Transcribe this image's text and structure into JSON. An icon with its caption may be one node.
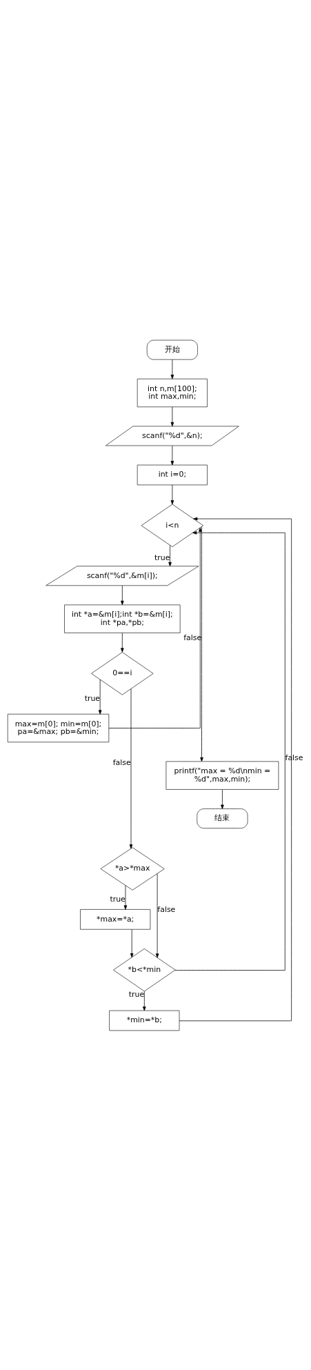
{
  "diagram": {
    "nodes": [
      {
        "text": [
          "开始"
        ]
      },
      {
        "text": [
          "int n,m[100]; int max,min;"
        ]
      },
      {
        "text": [
          "scanf(\"%d\",&n);"
        ]
      },
      {
        "text": [
          "int i=0;"
        ]
      },
      {
        "text": [
          "i<n"
        ]
      },
      {
        "text": [
          "scanf(\"%d\",&m[i]);"
        ]
      },
      {
        "text": [
          "int *a=&m[i];int *b=&m[i]; int *pa,*pb;"
        ]
      },
      {
        "text": [
          "0==i"
        ]
      },
      {
        "text": [
          "max=m[0]; min=m[0]; pa=&max; pb=&min;"
        ]
      },
      {
        "text": [
          "printf(\"max = %d\\nmin = %d\",max,min);"
        ]
      },
      {
        "text": [
          "结束"
        ]
      },
      {
        "text": [
          "*a>*max"
        ]
      },
      {
        "text": [
          "*max=*a;"
        ]
      },
      {
        "text": [
          "*b<*min"
        ]
      },
      {
        "text": [
          "*min=*b;"
        ]
      }
    ],
    "edges": [
      {
        "from": 0,
        "to": 1,
        "arrow": "to"
      },
      {
        "from": 1,
        "to": 2,
        "arrow": "to"
      },
      {
        "from": 2,
        "to": 3,
        "arrow": "to"
      },
      {
        "from": 3,
        "to": 4,
        "arrow": "to"
      },
      {
        "from": 4,
        "to": 5,
        "arrow": "to",
        "label": "true"
      },
      {
        "from": 5,
        "to": 6,
        "arrow": "to"
      },
      {
        "from": 6,
        "to": 7,
        "arrow": "to"
      },
      {
        "from": 7,
        "to": 8,
        "arrow": "to",
        "label": "true"
      },
      {
        "from": 8,
        "to": 4,
        "arrow": "to"
      },
      {
        "from": 4,
        "to": 9,
        "arrow": "to",
        "label": "false"
      },
      {
        "from": 9,
        "to": 10,
        "arrow": "to"
      },
      {
        "from": 7,
        "to": 11,
        "arrow": "to",
        "label": "false"
      },
      {
        "from": 11,
        "to": 12,
        "arrow": "to",
        "label": "true"
      },
      {
        "from": 11,
        "to": 13,
        "arrow": "to",
        "label": "false"
      },
      {
        "from": 12,
        "to": 13,
        "arrow": "to"
      },
      {
        "from": 13,
        "to": 14,
        "arrow": "to",
        "label": "true"
      },
      {
        "from": 13,
        "to": 4,
        "arrow": "to",
        "label": "false"
      },
      {
        "from": 14,
        "to": 4,
        "arrow": "to"
      }
    ]
  }
}
